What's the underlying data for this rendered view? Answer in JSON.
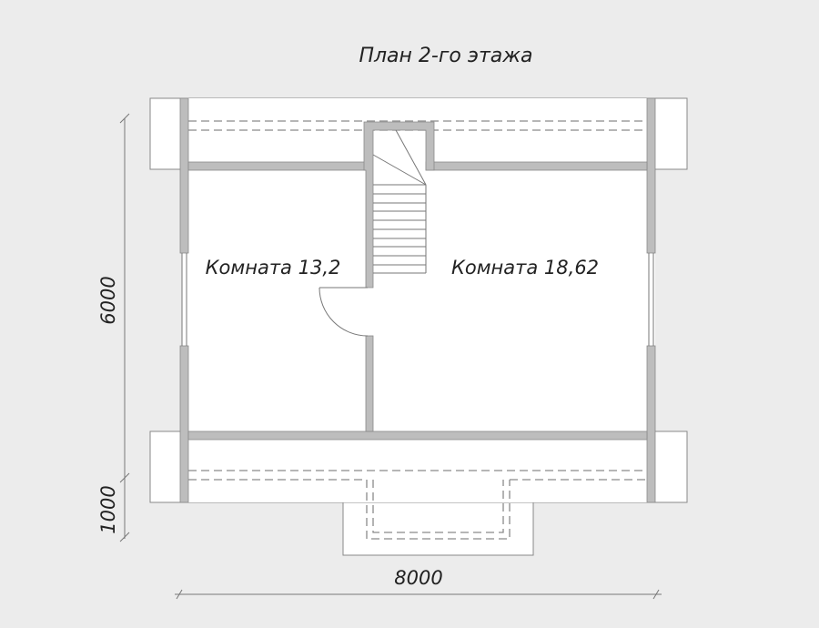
{
  "title": "План 2-го этажа",
  "rooms": [
    {
      "label": "Комната 13,2"
    },
    {
      "label": "Комната 18,62"
    }
  ],
  "dimensions": {
    "height_main": "6000",
    "height_porch": "1000",
    "width": "8000"
  },
  "colors": {
    "background": "#ececec",
    "wall": "#bdbdbd",
    "floor": "#ffffff"
  }
}
